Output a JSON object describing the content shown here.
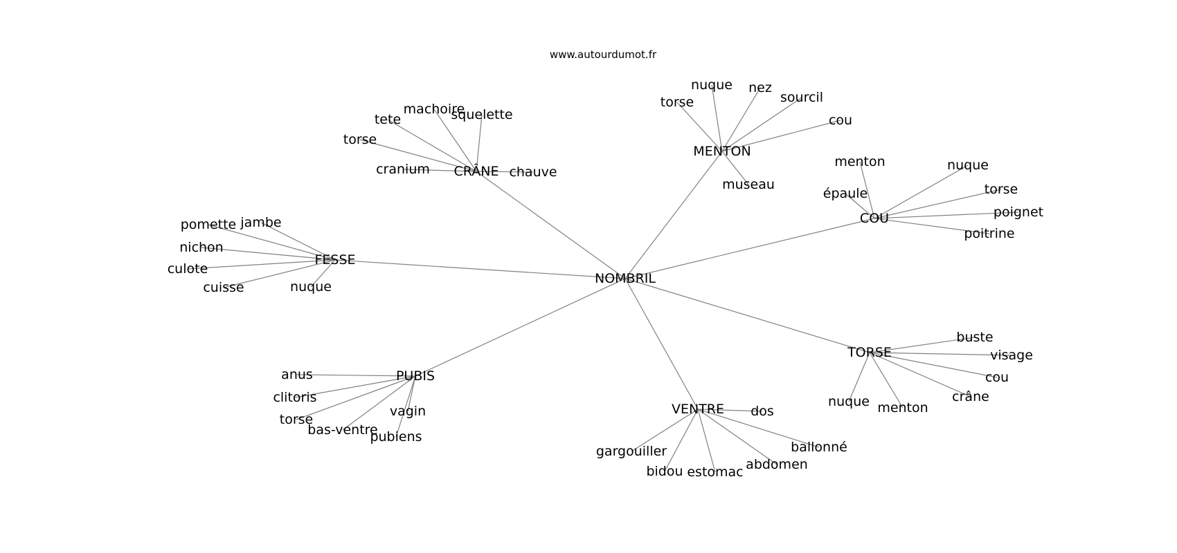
{
  "source": "www.autourdumot.fr",
  "center": "NOMBRIL",
  "hubs": [
    {
      "name": "CRÂNE",
      "leaves": [
        "machoire",
        "squelette",
        "tete",
        "torse",
        "cranium",
        "chauve"
      ]
    },
    {
      "name": "MENTON",
      "leaves": [
        "nuque",
        "nez",
        "torse",
        "sourcil",
        "cou",
        "museau"
      ]
    },
    {
      "name": "COU",
      "leaves": [
        "menton",
        "nuque",
        "torse",
        "épaule",
        "poignet",
        "poitrine"
      ]
    },
    {
      "name": "FESSE",
      "leaves": [
        "pomette",
        "jambe",
        "nichon",
        "culote",
        "cuisse",
        "nuque"
      ]
    },
    {
      "name": "TORSE",
      "leaves": [
        "buste",
        "visage",
        "cou",
        "crâne",
        "nuque",
        "menton"
      ]
    },
    {
      "name": "PUBIS",
      "leaves": [
        "anus",
        "clitoris",
        "torse",
        "bas-ventre",
        "vagin",
        "pubiens"
      ]
    },
    {
      "name": "VENTRE",
      "leaves": [
        "dos",
        "gargouiller",
        "bidou",
        "estomac",
        "abdomen",
        "ballonné"
      ]
    }
  ]
}
